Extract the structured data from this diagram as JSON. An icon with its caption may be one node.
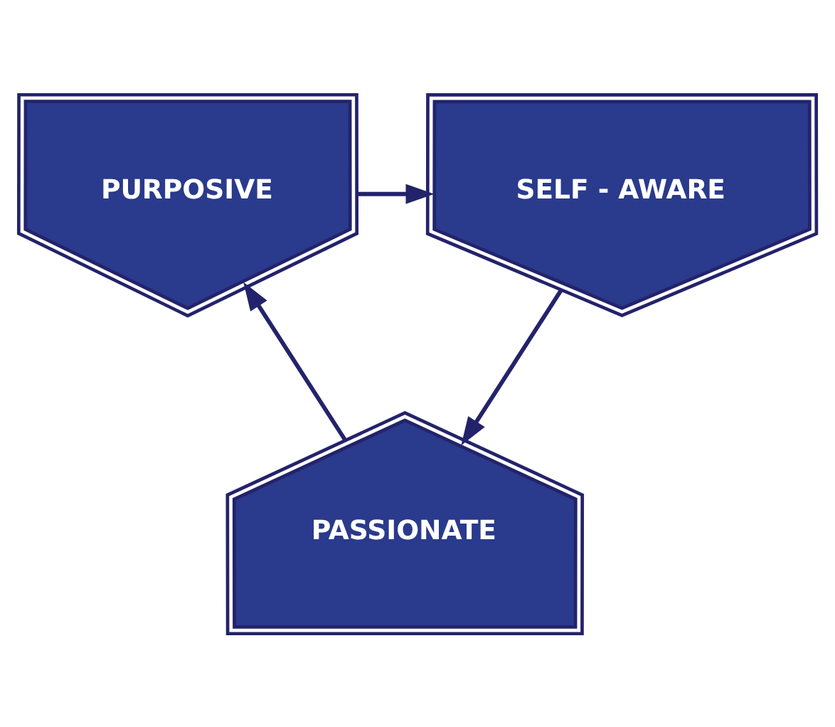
{
  "diagram": {
    "nodes": [
      {
        "text": [
          "PURPOSIVE"
        ]
      },
      {
        "text": [
          "SELF - AWARE"
        ]
      },
      {
        "text": [
          "PASSIONATE"
        ]
      }
    ],
    "edges": [
      {
        "from": 0,
        "to": 1,
        "arrow": "to"
      },
      {
        "from": 1,
        "to": 2,
        "arrow": "to"
      },
      {
        "from": 2,
        "to": 0,
        "arrow": "to"
      }
    ]
  }
}
